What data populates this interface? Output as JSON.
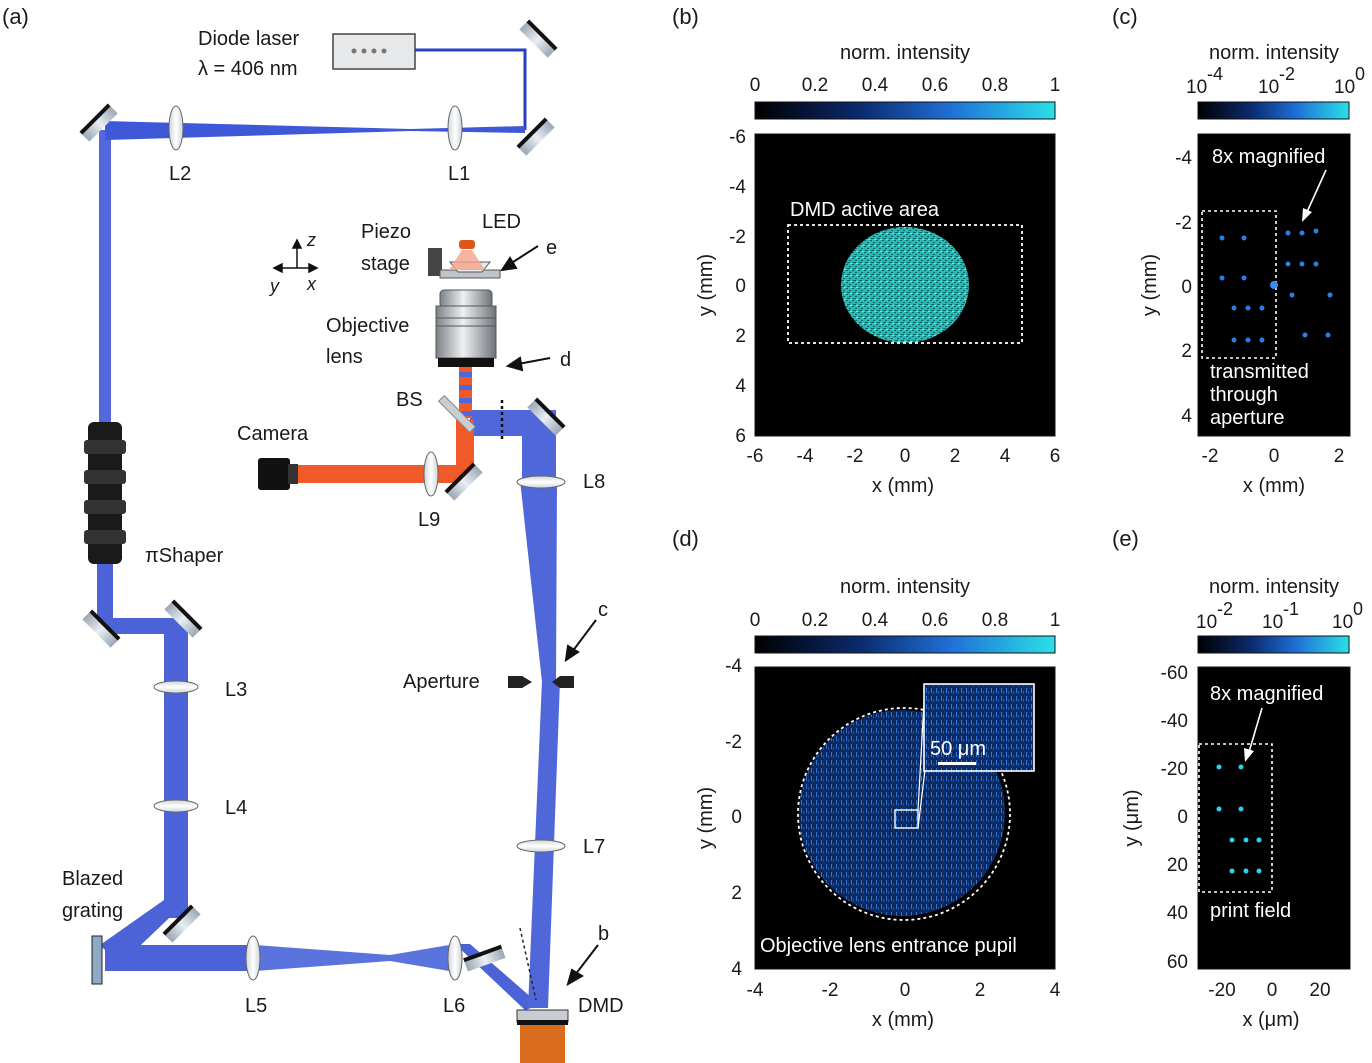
{
  "panels": {
    "a": "(a)",
    "b": "(b)",
    "c": "(c)",
    "d": "(d)",
    "e": "(e)"
  },
  "setup": {
    "laser_name": "Diode laser",
    "laser_wavelength": "λ = 406 nm",
    "lenses": {
      "L1": "L1",
      "L2": "L2",
      "L3": "L3",
      "L4": "L4",
      "L5": "L5",
      "L6": "L6",
      "L7": "L7",
      "L8": "L8",
      "L9": "L9"
    },
    "pishaper": "πShaper",
    "grating_line1": "Blazed",
    "grating_line2": "grating",
    "dmd": "DMD",
    "aperture": "Aperture",
    "camera": "Camera",
    "bs": "BS",
    "objective_line1": "Objective",
    "objective_line2": "lens",
    "piezo_line1": "Piezo",
    "piezo_line2": "stage",
    "led": "LED",
    "axis_z": "z",
    "axis_y": "y",
    "axis_x": "x",
    "markers": {
      "b": "b",
      "c": "c",
      "d": "d",
      "e": "e"
    }
  },
  "plot_b": {
    "colorbar_title": "norm. intensity",
    "colorbar_ticks": [
      "0",
      "0.2",
      "0.4",
      "0.6",
      "0.8",
      "1"
    ],
    "xlabel": "x (mm)",
    "ylabel": "y (mm)",
    "xticks": [
      "-6",
      "-4",
      "-2",
      "0",
      "2",
      "4",
      "6"
    ],
    "yticks": [
      "-6",
      "-4",
      "-2",
      "0",
      "2",
      "4",
      "6"
    ],
    "annotation": "DMD active area"
  },
  "plot_c": {
    "colorbar_title": "norm. intensity",
    "cb_base": "10",
    "cb_exponents": [
      "-4",
      "-2",
      "0"
    ],
    "xlabel": "x (mm)",
    "ylabel": "y (mm)",
    "xticks": [
      "-2",
      "0",
      "2"
    ],
    "yticks": [
      "-4",
      "-2",
      "0",
      "2",
      "4"
    ],
    "annotation_top": "8x magnified",
    "annotation_bottom": [
      "transmitted",
      "through",
      "aperture"
    ]
  },
  "plot_d": {
    "colorbar_title": "norm. intensity",
    "colorbar_ticks": [
      "0",
      "0.2",
      "0.4",
      "0.6",
      "0.8",
      "1"
    ],
    "xlabel": "x (mm)",
    "ylabel": "y (mm)",
    "xticks": [
      "-4",
      "-2",
      "0",
      "2",
      "4"
    ],
    "yticks": [
      "-4",
      "-2",
      "0",
      "2",
      "4"
    ],
    "scalebar": "50 μm",
    "annotation": "Objective lens entrance pupil"
  },
  "plot_e": {
    "colorbar_title": "norm. intensity",
    "cb_base": "10",
    "cb_exponents": [
      "-2",
      "-1",
      "0"
    ],
    "xlabel": "x (μm)",
    "ylabel": "y (μm)",
    "xticks": [
      "-20",
      "0",
      "20"
    ],
    "yticks": [
      "-60",
      "-40",
      "-20",
      "0",
      "20",
      "40",
      "60"
    ],
    "annotation_top": "8x magnified",
    "annotation_bottom": "print field"
  },
  "colors": {
    "beam_blue": "#4a5fd1",
    "beam_red": "#f05a28",
    "cyan": "#2be0e8"
  }
}
